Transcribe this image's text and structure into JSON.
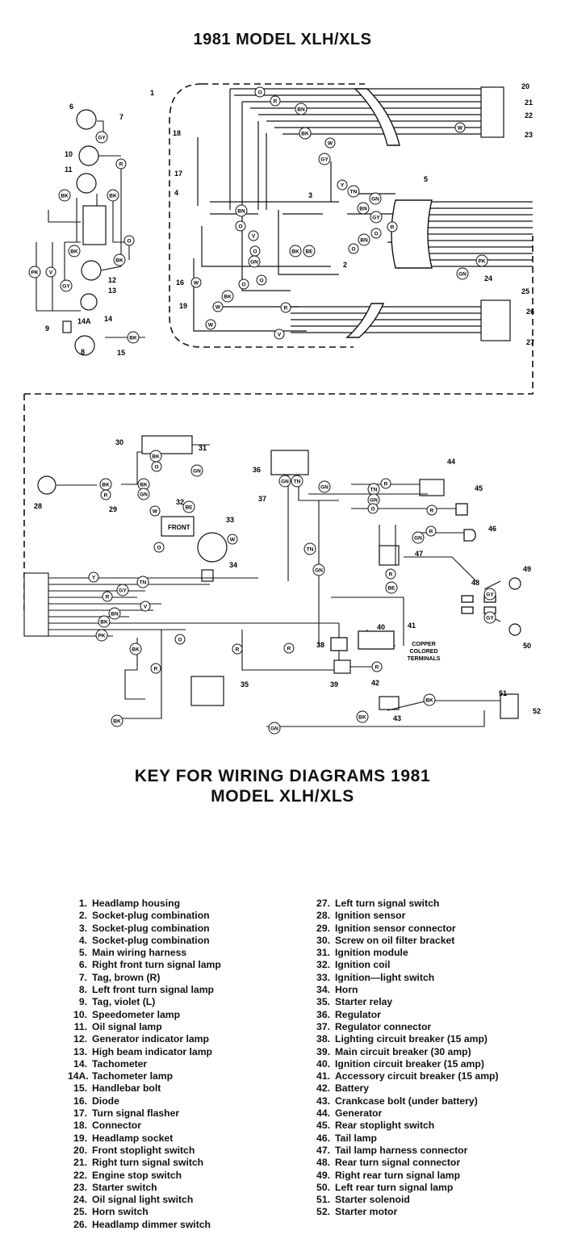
{
  "title": "1981 MODEL XLH/XLS",
  "key_title_line1": "KEY FOR WIRING DIAGRAMS 1981",
  "key_title_line2": "MODEL XLH/XLS",
  "copper_note": [
    "COPPER",
    "COLORED",
    "TERMINALS"
  ],
  "front_label": "FRONT",
  "wire_codes": {
    "o": "O",
    "r": "R",
    "bn": "BN",
    "bk": "BK",
    "w": "W",
    "gy": "GY",
    "y": "Y",
    "tn": "TN",
    "be": "BE",
    "gn": "GN",
    "v": "V",
    "pk": "PK"
  },
  "callouts": [
    "1",
    "2",
    "3",
    "4",
    "5",
    "6",
    "7",
    "8",
    "9",
    "10",
    "11",
    "12",
    "13",
    "14",
    "14A",
    "15",
    "16",
    "17",
    "18",
    "19",
    "20",
    "21",
    "22",
    "23",
    "24",
    "25",
    "26",
    "27",
    "28",
    "29",
    "30",
    "31",
    "32",
    "33",
    "34",
    "35",
    "36",
    "37",
    "38",
    "39",
    "40",
    "41",
    "42",
    "43",
    "44",
    "45",
    "46",
    "47",
    "48",
    "49",
    "50",
    "51",
    "52"
  ],
  "key_left": [
    {
      "num": "1.",
      "label": "Headlamp housing"
    },
    {
      "num": "2.",
      "label": "Socket-plug combination"
    },
    {
      "num": "3.",
      "label": "Socket-plug combination"
    },
    {
      "num": "4.",
      "label": "Socket-plug combination"
    },
    {
      "num": "5.",
      "label": "Main wiring harness"
    },
    {
      "num": "6.",
      "label": "Right front turn signal lamp"
    },
    {
      "num": "7.",
      "label": "Tag, brown (R)"
    },
    {
      "num": "8.",
      "label": "Left front turn signal lamp"
    },
    {
      "num": "9.",
      "label": "Tag, violet (L)"
    },
    {
      "num": "10.",
      "label": "Speedometer lamp"
    },
    {
      "num": "11.",
      "label": "Oil signal lamp"
    },
    {
      "num": "12.",
      "label": "Generator indicator lamp"
    },
    {
      "num": "13.",
      "label": "High beam indicator lamp"
    },
    {
      "num": "14.",
      "label": "Tachometer"
    },
    {
      "num": "14A.",
      "label": "Tachometer lamp"
    },
    {
      "num": "15.",
      "label": "Handlebar bolt"
    },
    {
      "num": "16.",
      "label": "Diode"
    },
    {
      "num": "17.",
      "label": "Turn signal flasher"
    },
    {
      "num": "18.",
      "label": "Connector"
    },
    {
      "num": "19.",
      "label": "Headlamp socket"
    },
    {
      "num": "20.",
      "label": "Front stoplight switch"
    },
    {
      "num": "21.",
      "label": "Right turn signal switch"
    },
    {
      "num": "22.",
      "label": "Engine stop switch"
    },
    {
      "num": "23.",
      "label": "Starter switch"
    },
    {
      "num": "24.",
      "label": "Oil signal light switch"
    },
    {
      "num": "25.",
      "label": "Horn switch"
    },
    {
      "num": "26.",
      "label": "Headlamp dimmer switch"
    }
  ],
  "key_right": [
    {
      "num": "27.",
      "label": "Left turn signal switch"
    },
    {
      "num": "28.",
      "label": "Ignition sensor"
    },
    {
      "num": "29.",
      "label": "Ignition sensor connector"
    },
    {
      "num": "30.",
      "label": "Screw on oil filter bracket"
    },
    {
      "num": "31.",
      "label": "Ignition module"
    },
    {
      "num": "32.",
      "label": "Ignition coil"
    },
    {
      "num": "33.",
      "label": "Ignition—light switch"
    },
    {
      "num": "34.",
      "label": "Horn"
    },
    {
      "num": "35.",
      "label": "Starter relay"
    },
    {
      "num": "36.",
      "label": "Regulator"
    },
    {
      "num": "37.",
      "label": "Regulator connector"
    },
    {
      "num": "38.",
      "label": "Lighting circuit breaker (15 amp)"
    },
    {
      "num": "39.",
      "label": "Main circuit breaker (30 amp)"
    },
    {
      "num": "40.",
      "label": "Ignition circuit breaker (15 amp)"
    },
    {
      "num": "41.",
      "label": "Accessory circuit breaker (15 amp)"
    },
    {
      "num": "42.",
      "label": "Battery"
    },
    {
      "num": "43.",
      "label": "Crankcase bolt (under battery)"
    },
    {
      "num": "44.",
      "label": "Generator"
    },
    {
      "num": "45.",
      "label": "Rear stoplight switch"
    },
    {
      "num": "46.",
      "label": "Tail lamp"
    },
    {
      "num": "47.",
      "label": "Tail lamp harness connector"
    },
    {
      "num": "48.",
      "label": "Rear turn signal connector"
    },
    {
      "num": "49.",
      "label": "Right rear turn signal lamp"
    },
    {
      "num": "50.",
      "label": "Left rear turn signal lamp"
    },
    {
      "num": "51.",
      "label": "Starter solenoid"
    },
    {
      "num": "52.",
      "label": "Starter motor"
    }
  ]
}
